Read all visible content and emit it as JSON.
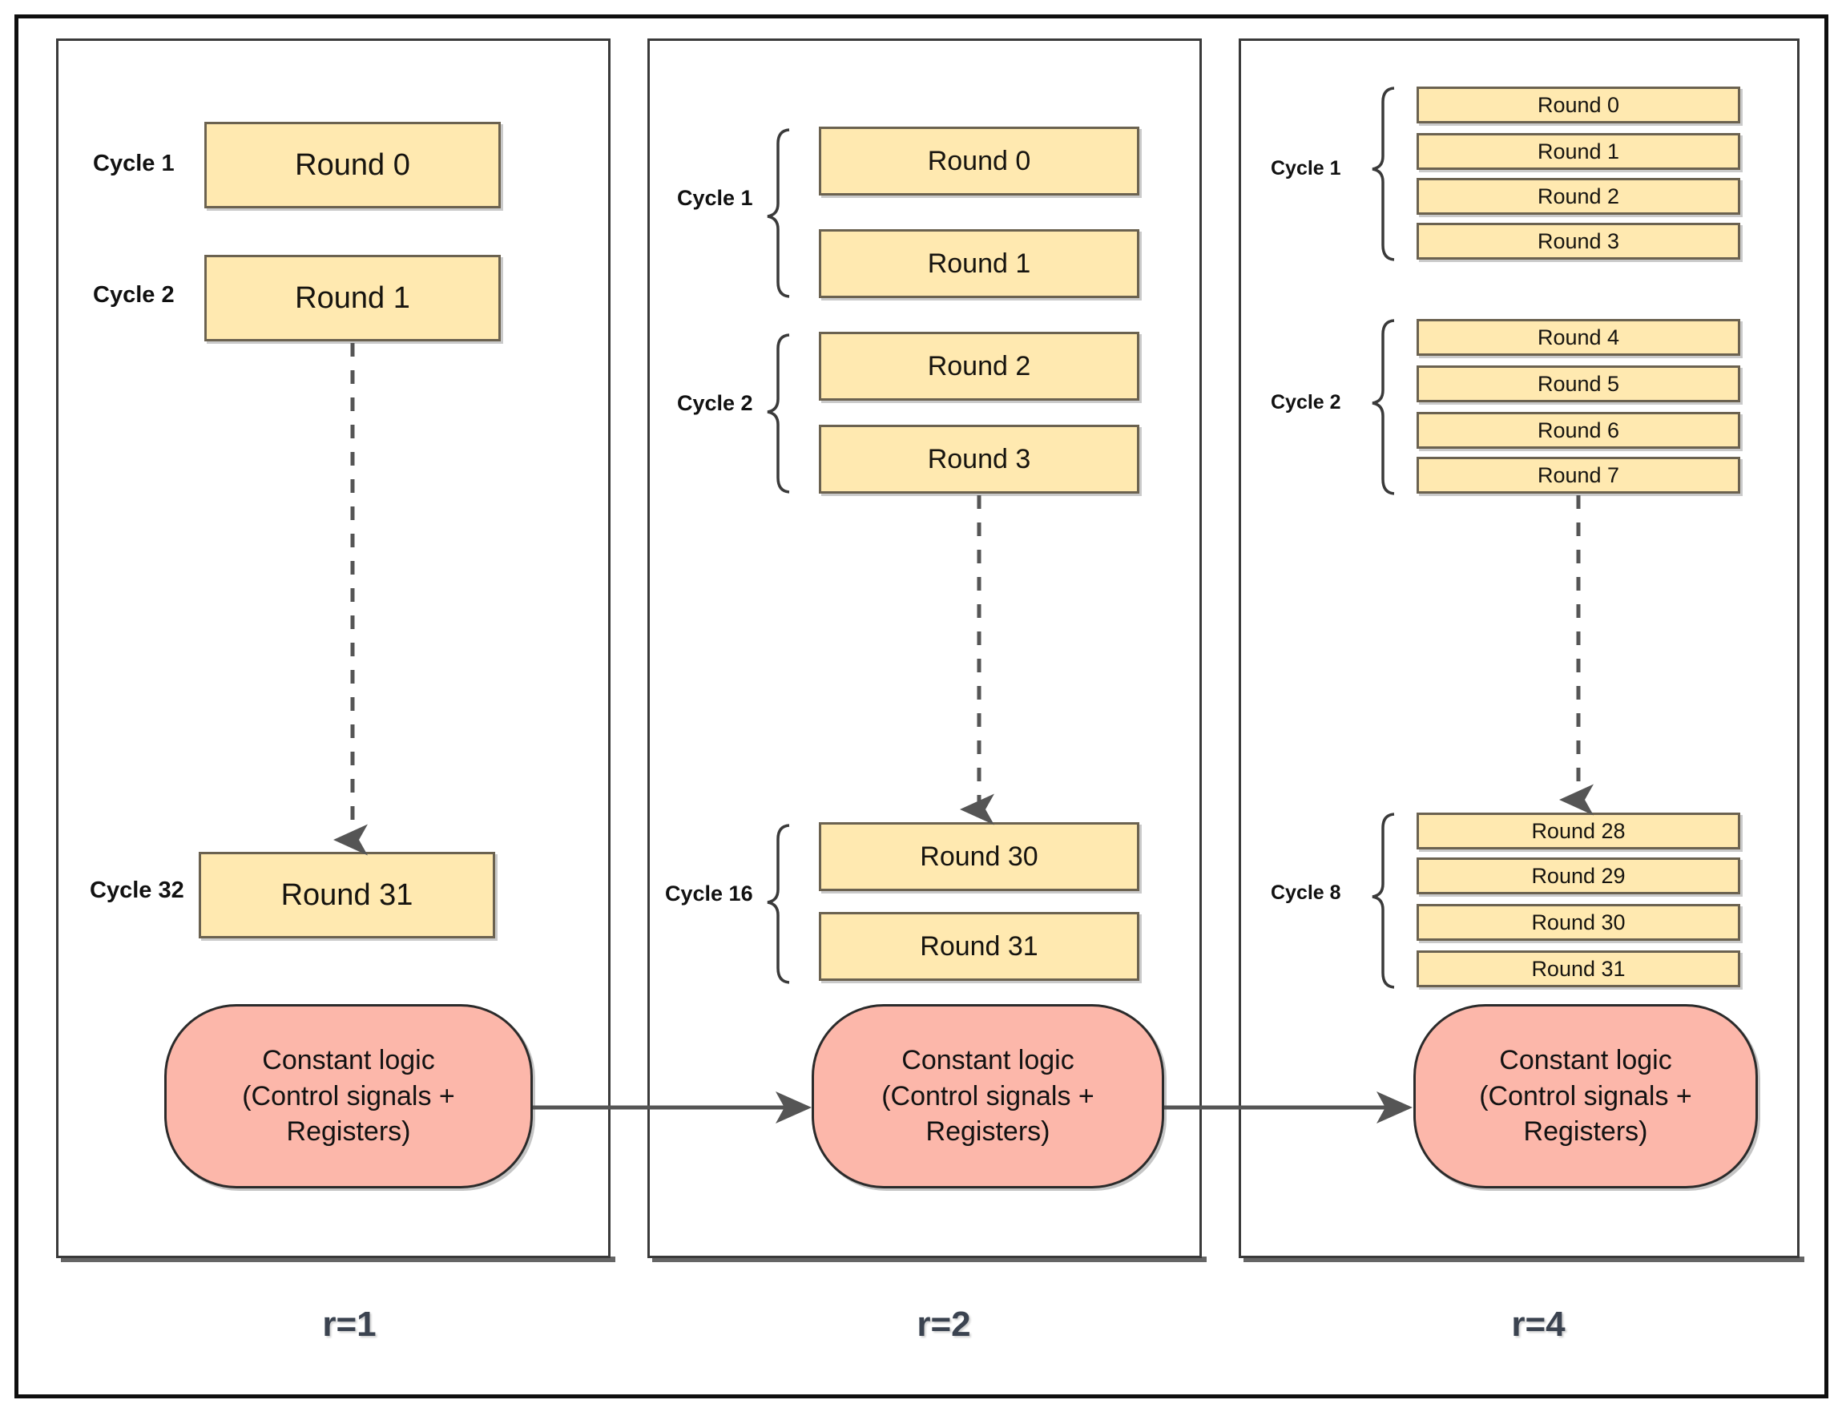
{
  "diagram": {
    "title_absent": true,
    "panels": [
      {
        "id": "r1",
        "footer_label": "r=1",
        "groups": [
          {
            "cycle_label": "Cycle 1",
            "brace": false,
            "rounds": [
              "Round 0"
            ]
          },
          {
            "cycle_label": "Cycle 2",
            "brace": false,
            "rounds": [
              "Round 1"
            ]
          },
          {
            "cycle_label": "Cycle 32",
            "brace": false,
            "rounds": [
              "Round 31"
            ]
          }
        ],
        "constant_logic": [
          "Constant logic",
          "(Control signals +",
          "Registers)"
        ]
      },
      {
        "id": "r2",
        "footer_label": "r=2",
        "groups": [
          {
            "cycle_label": "Cycle 1",
            "brace": true,
            "rounds": [
              "Round 0",
              "Round 1"
            ]
          },
          {
            "cycle_label": "Cycle 2",
            "brace": true,
            "rounds": [
              "Round 2",
              "Round 3"
            ]
          },
          {
            "cycle_label": "Cycle 16",
            "brace": true,
            "rounds": [
              "Round 30",
              "Round 31"
            ]
          }
        ],
        "constant_logic": [
          "Constant logic",
          "(Control signals +",
          "Registers)"
        ]
      },
      {
        "id": "r4",
        "footer_label": "r=4",
        "groups": [
          {
            "cycle_label": "Cycle 1",
            "brace": true,
            "rounds": [
              "Round 0",
              "Round 1",
              "Round 2",
              "Round 3"
            ]
          },
          {
            "cycle_label": "Cycle 2",
            "brace": true,
            "rounds": [
              "Round 4",
              "Round 5",
              "Round 6",
              "Round 7"
            ]
          },
          {
            "cycle_label": "Cycle 8",
            "brace": true,
            "rounds": [
              "Round 28",
              "Round 29",
              "Round 30",
              "Round 31"
            ]
          }
        ],
        "constant_logic": [
          "Constant logic",
          "(Control signals +",
          "Registers)"
        ]
      }
    ],
    "connectors": {
      "vertical_ellipsis_style": "dashed-arrow",
      "horizontal_style": "solid-arrow",
      "count_vertical": 3,
      "count_horizontal": 2
    },
    "colors": {
      "round_fill": "#ffe9b0",
      "round_stroke": "#6b6250",
      "constant_fill": "#fcb7aa",
      "constant_stroke": "#2b2b2b",
      "panel_stroke": "#3a3a3a",
      "outer_stroke": "#0f0f0f",
      "label_color": "#3b4350",
      "arrow_color": "#555555"
    }
  }
}
